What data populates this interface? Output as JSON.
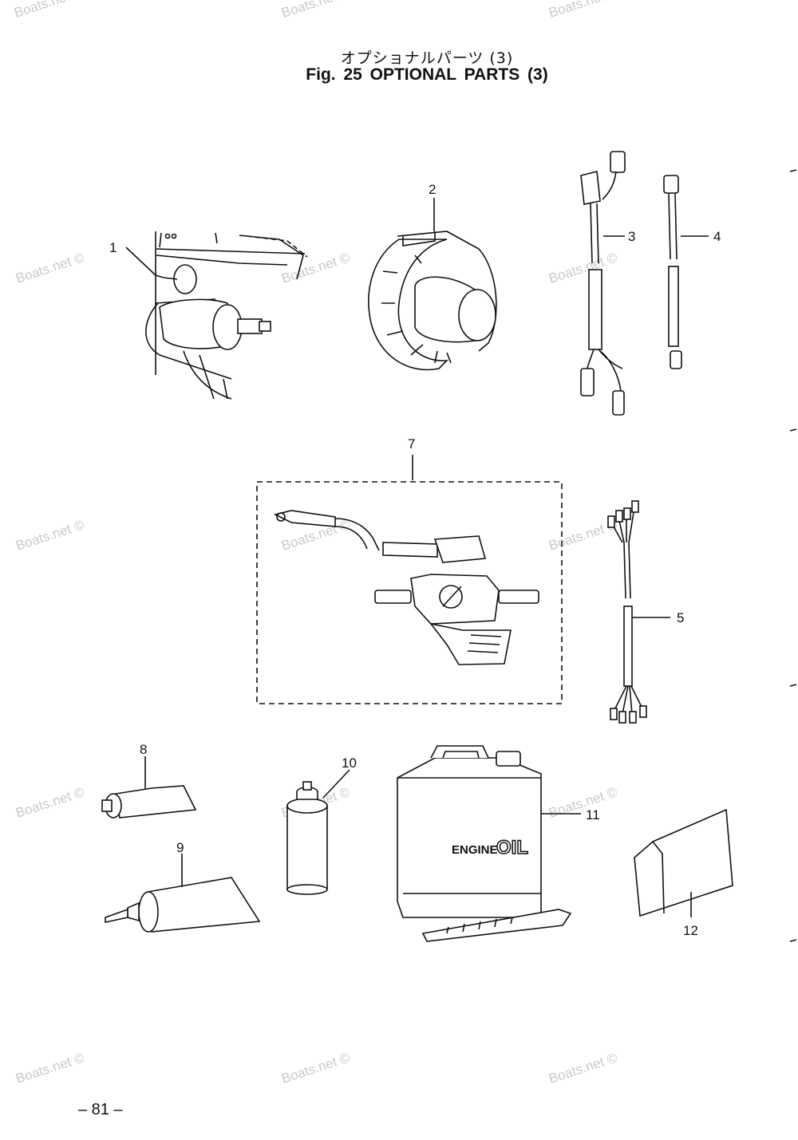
{
  "header": {
    "title_jp": "オプショナルパーツ (3)",
    "title_en": "Fig. 25   OPTIONAL PARTS (3)"
  },
  "callouts": [
    "1",
    "2",
    "3",
    "4",
    "5",
    "7",
    "8",
    "9",
    "10",
    "11",
    "12"
  ],
  "jug_label": {
    "engine": "ENGINE",
    "oil": "OIL"
  },
  "watermark": "Boats.net ©",
  "page_number": "– 81 –"
}
